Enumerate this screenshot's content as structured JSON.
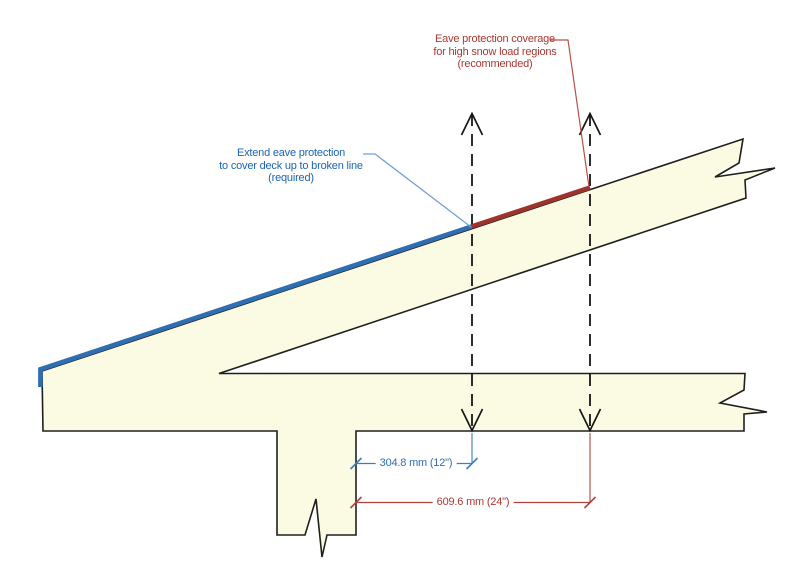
{
  "figure": {
    "type": "construction-detail-diagram",
    "subject": "Roof eave cross-section with eave protection coverage limits"
  },
  "annotations": {
    "recommended": {
      "lines": [
        "Eave protection coverage",
        "for high snow load regions",
        "(recommended)"
      ]
    },
    "required": {
      "lines": [
        "Extend eave protection",
        "to cover deck up to broken line",
        "(required)"
      ]
    }
  },
  "dimensions": {
    "required": {
      "label": "304.8 mm (12\")",
      "mm": 304.8,
      "inches": 12
    },
    "recommended": {
      "label": "609.6 mm (24\")",
      "mm": 609.6,
      "inches": 24
    }
  },
  "colors": {
    "background": "#ffffff",
    "structure_fill": "#fbfae2",
    "structure_outline": "#1f1f1f",
    "required_accent": "#2f6eb0",
    "recommended_accent": "#9e332b",
    "required_text": "#1b66b3",
    "recommended_text": "#a93832",
    "leader_blue": "#6f9fd4",
    "leader_red": "#b5524a",
    "dim_blue": "#3d7dc0",
    "dim_red": "#ad443c",
    "reference_line": "#161616"
  }
}
